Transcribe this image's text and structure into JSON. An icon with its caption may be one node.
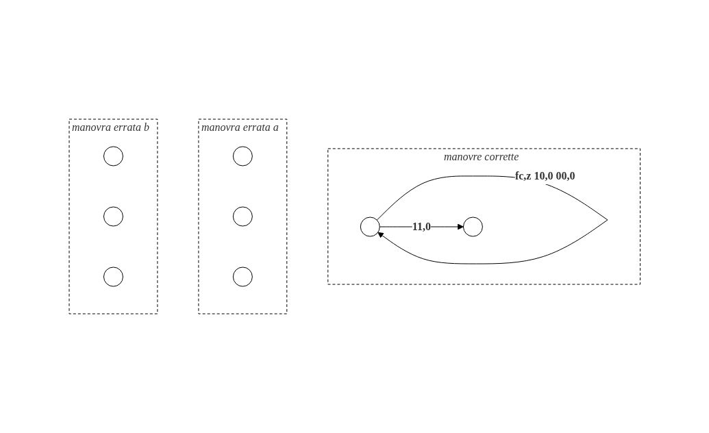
{
  "diagram": {
    "nodes": [
      {
        "text": [
          "manovre corrette"
        ]
      },
      {
        "text": [],
        "shape": "circle",
        "in": 0
      },
      {
        "text": [],
        "shape": "circle",
        "in": 0
      },
      {
        "text": [
          "manovra errata a"
        ]
      },
      {
        "text": [],
        "shape": "circle",
        "in": 3
      },
      {
        "text": [],
        "shape": "circle",
        "in": 3
      },
      {
        "text": [],
        "shape": "circle",
        "in": 3
      },
      {
        "text": [
          "manovra errata b"
        ]
      },
      {
        "text": [],
        "shape": "circle",
        "in": 7
      },
      {
        "text": [],
        "shape": "circle",
        "in": 7
      },
      {
        "text": [],
        "shape": "circle",
        "in": 7
      }
    ],
    "edges": [
      {
        "from": 1,
        "to": 1,
        "arrow": "to",
        "label": "fc,z 10,0 00,0"
      },
      {
        "from": 1,
        "to": 2,
        "arrow": "to",
        "label": "11,0"
      }
    ]
  }
}
